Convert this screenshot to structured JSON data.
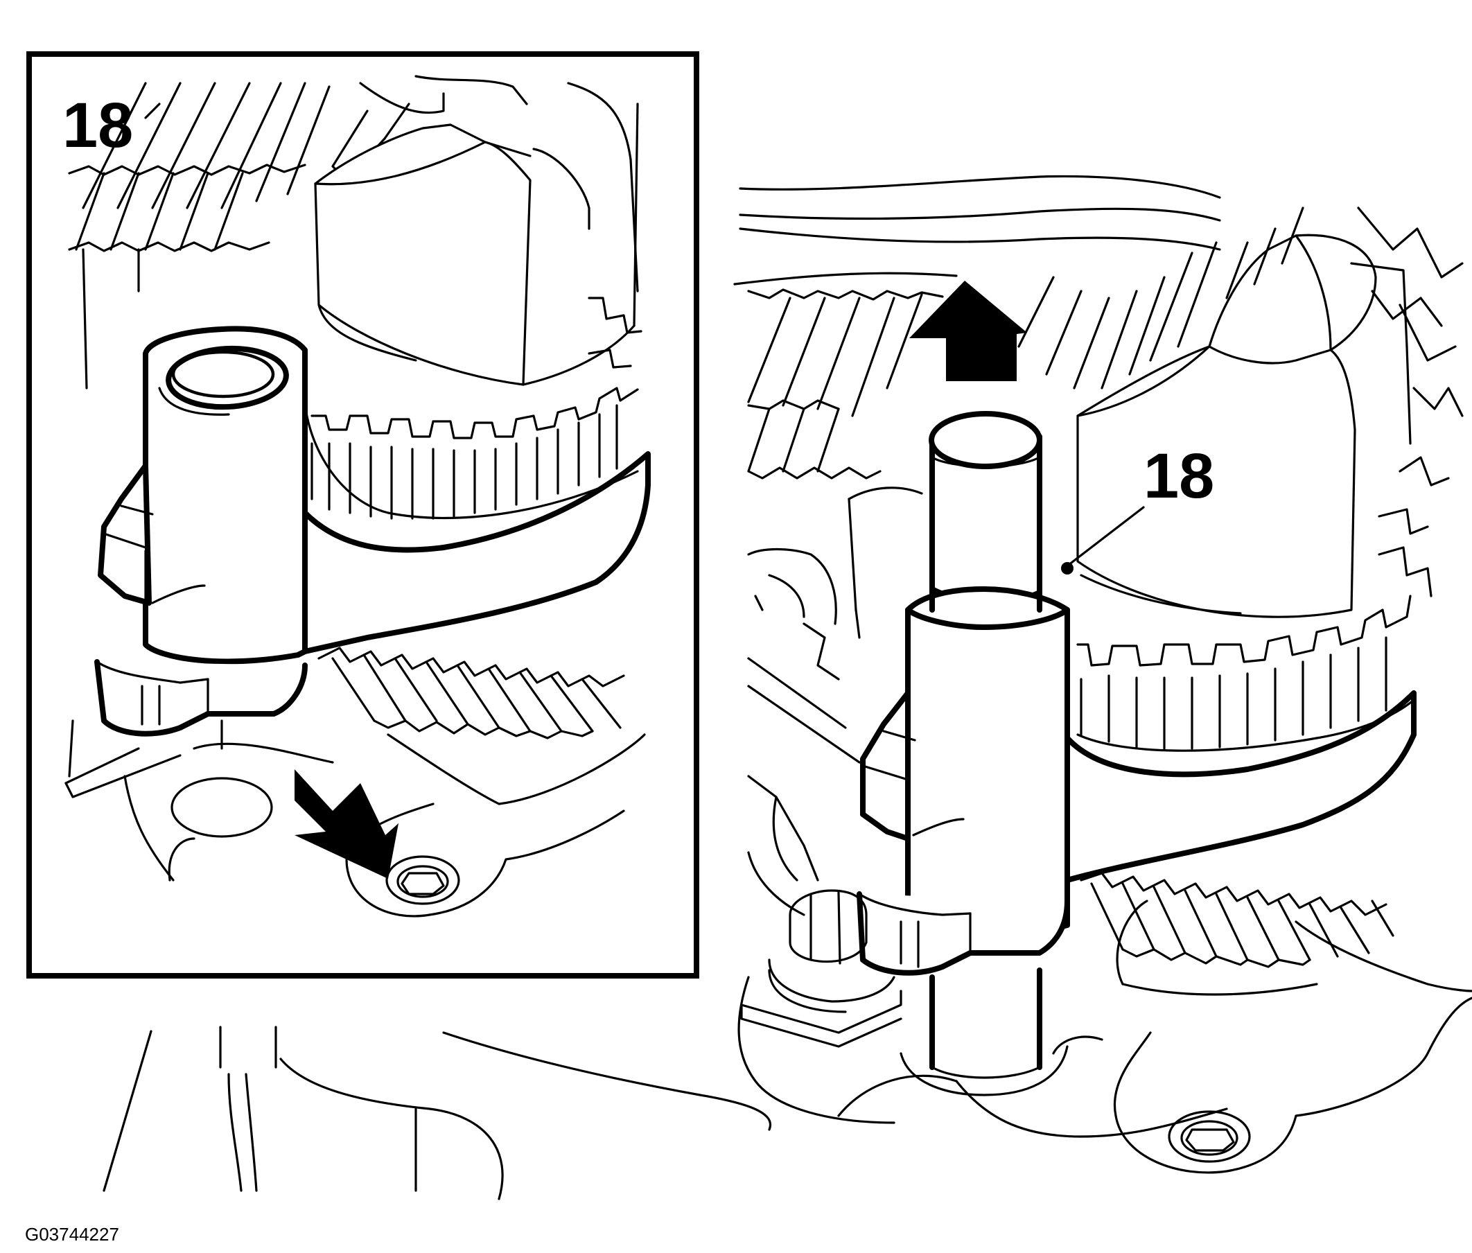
{
  "figure": {
    "inset_callout": "18",
    "main_callout": "18",
    "figure_id": "G03744227",
    "colors": {
      "ink": "#000000",
      "paper": "#ffffff"
    },
    "icons": [
      "arrow-up-icon",
      "arrow-down-right-icon"
    ]
  }
}
